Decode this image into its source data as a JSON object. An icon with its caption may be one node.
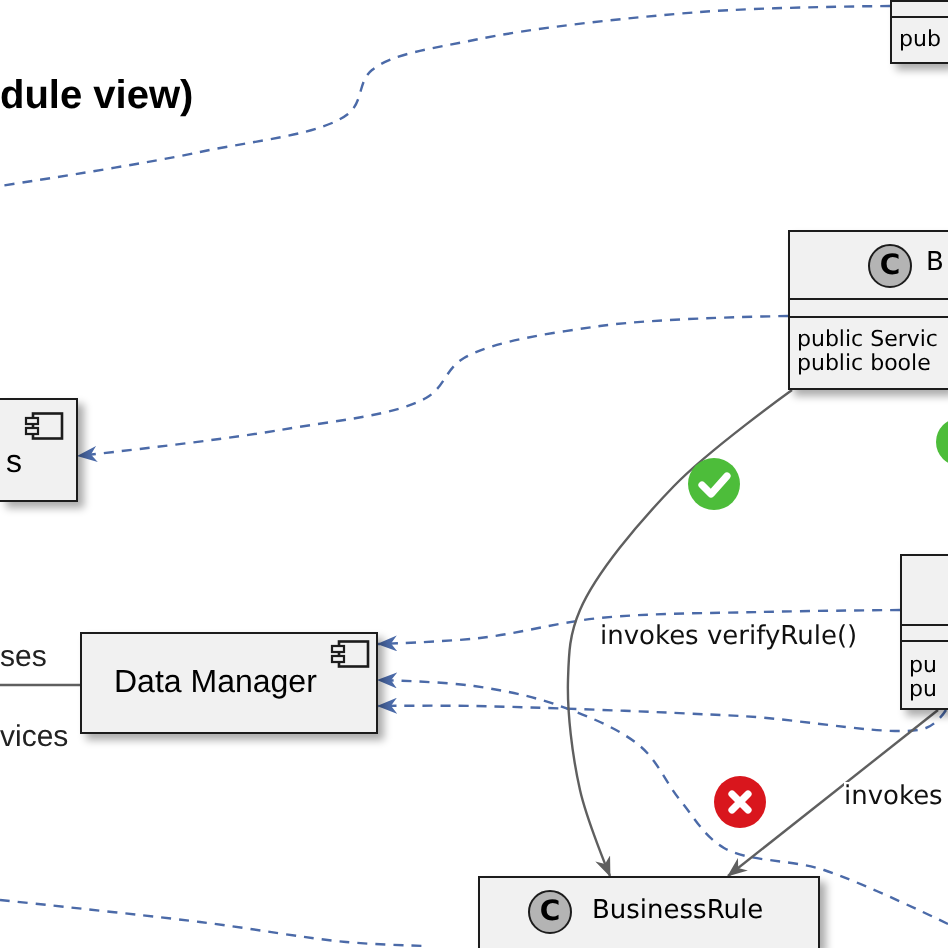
{
  "diagram": {
    "title": "dule view)",
    "nodes": [
      {
        "text": [
          "pub"
        ]
      },
      {
        "text": [
          "C",
          "B",
          "public Servic",
          "public boole"
        ]
      },
      {
        "text": [
          "s"
        ]
      },
      {
        "text": [
          "Data Manager"
        ]
      },
      {
        "text": [
          "pu",
          "pu"
        ]
      },
      {
        "text": [
          "C",
          "BusinessRule"
        ]
      }
    ],
    "edges": [
      {
        "from": 0,
        "to": null,
        "arrow": "none",
        "style": "dashed"
      },
      {
        "from": 1,
        "to": 2,
        "arrow": "to",
        "style": "dashed"
      },
      {
        "from": 4,
        "to": 3,
        "arrow": "to",
        "label": "invokes verifyRule()",
        "style": "dashed"
      },
      {
        "from": null,
        "to": 3,
        "arrow": "to",
        "style": "dashed"
      },
      {
        "from": 4,
        "to": 3,
        "arrow": "to",
        "style": "dashed"
      },
      {
        "from": null,
        "to": 3,
        "arrow": "none",
        "color": "#5f5f5f"
      },
      {
        "from": 1,
        "to": 5,
        "arrow": "to",
        "color": "#5f5f5f"
      },
      {
        "from": 4,
        "to": 5,
        "arrow": "to",
        "label": "invokes",
        "color": "#5f5f5f"
      }
    ],
    "labels": [
      "ses",
      "vices"
    ]
  }
}
